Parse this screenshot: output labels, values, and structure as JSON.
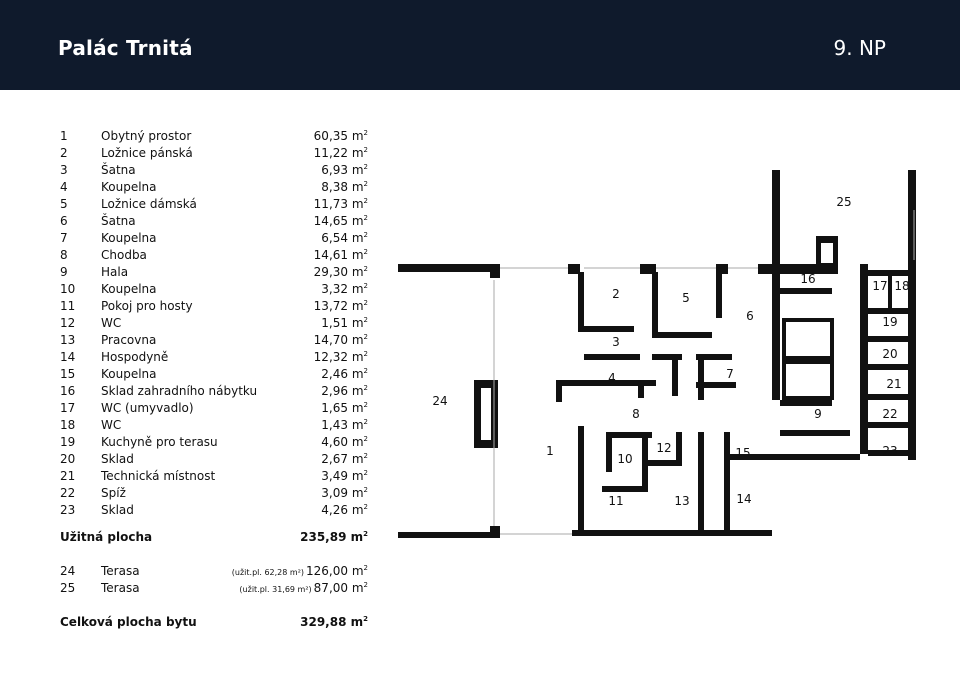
{
  "header": {
    "title": "Palác Trnitá",
    "floor": "9. NP"
  },
  "rooms": [
    {
      "num": "1",
      "name": "Obytný prostor",
      "area": "60,35 m"
    },
    {
      "num": "2",
      "name": "Ložnice pánská",
      "area": "11,22 m"
    },
    {
      "num": "3",
      "name": "Šatna",
      "area": "6,93 m"
    },
    {
      "num": "4",
      "name": "Koupelna",
      "area": "8,38 m"
    },
    {
      "num": "5",
      "name": "Ložnice dámská",
      "area": "11,73 m"
    },
    {
      "num": "6",
      "name": "Šatna",
      "area": "14,65 m"
    },
    {
      "num": "7",
      "name": "Koupelna",
      "area": "6,54 m"
    },
    {
      "num": "8",
      "name": "Chodba",
      "area": "14,61 m"
    },
    {
      "num": "9",
      "name": "Hala",
      "area": "29,30 m"
    },
    {
      "num": "10",
      "name": "Koupelna",
      "area": "3,32 m"
    },
    {
      "num": "11",
      "name": "Pokoj pro hosty",
      "area": "13,72 m"
    },
    {
      "num": "12",
      "name": "WC",
      "area": "1,51 m"
    },
    {
      "num": "13",
      "name": "Pracovna",
      "area": "14,70 m"
    },
    {
      "num": "14",
      "name": "Hospodyně",
      "area": "12,32 m"
    },
    {
      "num": "15",
      "name": "Koupelna",
      "area": "2,46 m"
    },
    {
      "num": "16",
      "name": "Sklad zahradního nábytku",
      "area": "2,96 m"
    },
    {
      "num": "17",
      "name": "WC (umyvadlo)",
      "area": "1,65 m"
    },
    {
      "num": "18",
      "name": "WC",
      "area": "1,43 m"
    },
    {
      "num": "19",
      "name": "Kuchyně pro terasu",
      "area": "4,60 m"
    },
    {
      "num": "20",
      "name": "Sklad",
      "area": "2,67 m"
    },
    {
      "num": "21",
      "name": "Technická místnost",
      "area": "3,49 m"
    },
    {
      "num": "22",
      "name": "Spíž",
      "area": "3,09 m"
    },
    {
      "num": "23",
      "name": "Sklad",
      "area": "4,26 m"
    }
  ],
  "usable": {
    "label": "Užitná plocha",
    "area": "235,89 m"
  },
  "terraces": [
    {
      "num": "24",
      "name": "Terasa",
      "note": "(užit.pl. 62,28 m²)",
      "area": "126,00 m"
    },
    {
      "num": "25",
      "name": "Terasa",
      "note": "(užit.pl. 31,69 m²)",
      "area": "87,00 m"
    }
  ],
  "total": {
    "label": "Celková plocha bytu",
    "area": "329,88 m"
  },
  "unit_sup": "2",
  "plan_labels": [
    "1",
    "2",
    "3",
    "4",
    "5",
    "6",
    "7",
    "8",
    "9",
    "10",
    "11",
    "12",
    "13",
    "14",
    "15",
    "16",
    "17",
    "18",
    "19",
    "20",
    "21",
    "22",
    "23",
    "24",
    "25"
  ],
  "colors": {
    "header_bg": "#0f1a2c",
    "wall": "#111111"
  }
}
